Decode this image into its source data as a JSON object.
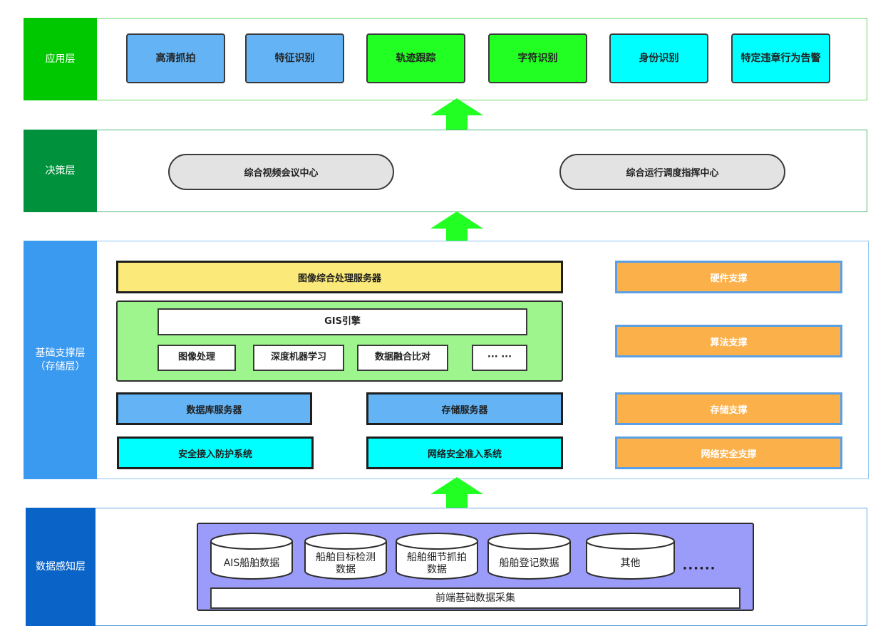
{
  "colors": {
    "app_layer": "#00c800",
    "decision_layer": "#00913c",
    "support_layer": "#3a9af0",
    "data_layer": "#0a64c8",
    "arrow": "#22ff22",
    "blue_box": "#64b4f5",
    "green_box": "#22ff22",
    "cyan_box": "#00ffff",
    "yellow_box": "#fbe97a",
    "light_green": "#9ef58e",
    "orange_box": "#fbb04a",
    "purple_panel": "#9b9bfa"
  },
  "layers": {
    "app": {
      "label": "应用层",
      "items": [
        "高清抓拍",
        "特征识别",
        "轨迹跟踪",
        "字符识别",
        "身份识别",
        "特定违章行为告警"
      ]
    },
    "decision": {
      "label": "决策层",
      "items": [
        "综合视频会议中心",
        "综合运行调度指挥中心"
      ]
    },
    "support": {
      "label": "基础支撑层（存储层）",
      "image_server": "图像综合处理服务器",
      "gis_engine": "GIS引擎",
      "gis_items": [
        "图像处理",
        "深度机器学习",
        "数据融合比对",
        "··· ···"
      ],
      "db_server": "数据库服务器",
      "storage_server": "存储服务器",
      "security_access": "安全接入防护系统",
      "network_access": "网络安全准入系统",
      "right_items": [
        "硬件支撑",
        "算法支撑",
        "存储支撑",
        "网络安全支撑"
      ]
    },
    "data": {
      "label": "数据感知层",
      "cylinders": [
        "AIS船舶数据",
        "船舶目标检测数据",
        "船舶细节抓拍数据",
        "船舶登记数据",
        "其他"
      ],
      "more": "······",
      "collection": "前端基础数据采集"
    }
  }
}
